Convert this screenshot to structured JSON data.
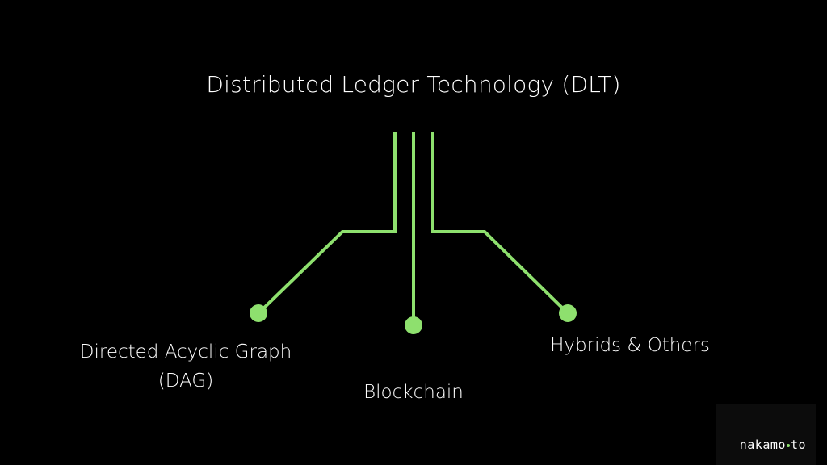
{
  "colors": {
    "background": "#000000",
    "text": "#ffffff",
    "accent": "#8ee06e"
  },
  "diagram": {
    "title": "Distributed Ledger Technology (DLT)",
    "branches": [
      {
        "label_line1": "Directed Acyclic Graph",
        "label_line2": "(DAG)"
      },
      {
        "label": "Blockchain"
      },
      {
        "label": "Hybrids & Others"
      }
    ]
  },
  "watermark": {
    "part1": "nakamo",
    "part2": "to",
    "dot_color": "#8ee06e"
  }
}
